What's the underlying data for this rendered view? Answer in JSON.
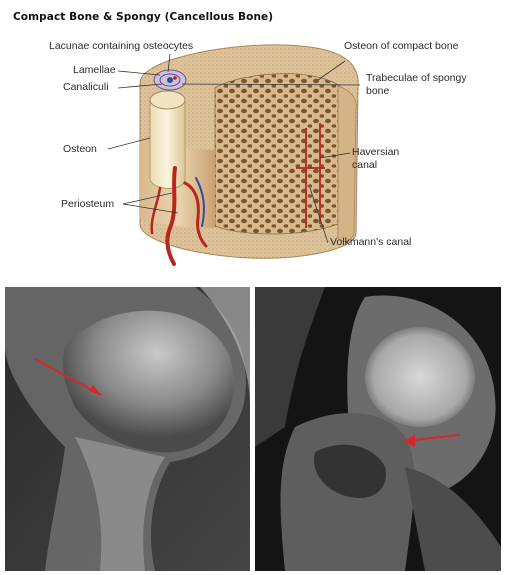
{
  "title": "Compact Bone & Spongy (Cancellous Bone)",
  "labels": {
    "lacunae": "Lacunae containing osteocytes",
    "lamellae": "Lamellae",
    "canaliculi": "Canaliculi",
    "osteon": "Osteon",
    "periosteum": "Periosteum",
    "osteon_compact": "Osteon of compact bone",
    "trabeculae_line1": "Trabeculae of  spongy",
    "trabeculae_line2": "bone",
    "haversian_line1": "Haversian",
    "haversian_line2": "canal",
    "volkmann": "Volkmann's canal"
  },
  "colors": {
    "bone_light": "#e8cfa6",
    "bone_mid": "#c9a77a",
    "bone_dark": "#8a6a45",
    "vessel_red": "#b8261e",
    "vessel_blue": "#2e4f9a",
    "arrow_red": "#d8262b"
  },
  "images": {
    "xray": "xray-of-femur-head",
    "mri": "mri-of-femur-head"
  }
}
